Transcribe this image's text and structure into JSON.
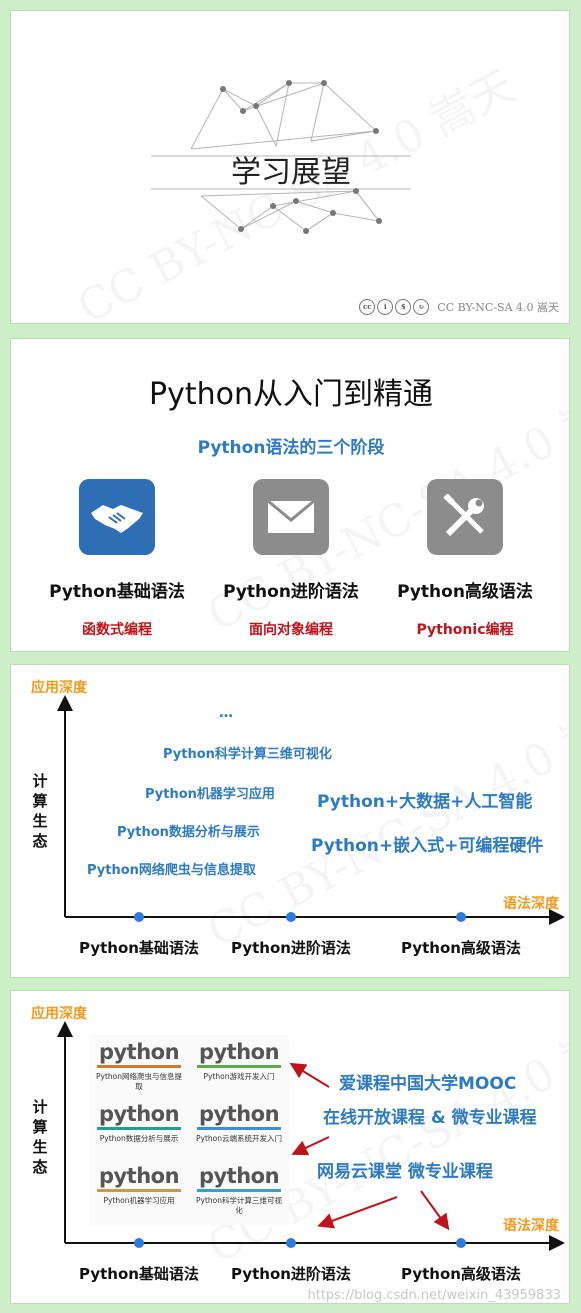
{
  "slide1": {
    "title": "学习展望",
    "watermark": "CC BY-NC-SA 4.0 嵩天",
    "license_text": "CC BY-NC-SA 4.0 嵩天",
    "license_icons": [
      "cc-icon",
      "by-icon",
      "nc-icon",
      "sa-icon"
    ]
  },
  "slide2": {
    "title": "Python从入门到精通",
    "subtitle": "Python语法的三个阶段",
    "columns": [
      {
        "icon": "handshake-icon",
        "icon_bg": "#2e6eb5",
        "title": "Python基础语法",
        "sub": "函数式编程"
      },
      {
        "icon": "envelope-icon",
        "icon_bg": "#8c8c8c",
        "title": "Python进阶语法",
        "sub": "面向对象编程"
      },
      {
        "icon": "tools-icon",
        "icon_bg": "#8c8c8c",
        "title": "Python高级语法",
        "sub": "Pythonic编程"
      }
    ]
  },
  "slide3": {
    "y_axis_title": "应用深度",
    "x_axis_title": "语法深度",
    "vertical_label": "计算生态",
    "stages": [
      "Python基础语法",
      "Python进阶语法",
      "Python高级语法"
    ],
    "ellipsis": "…",
    "apps": [
      "Python科学计算三维可视化",
      "Python机器学习应用",
      "Python数据分析与展示",
      "Python网络爬虫与信息提取"
    ],
    "big1": "Python+大数据+人工智能",
    "big2": "Python+嵌入式+可编程硬件"
  },
  "slide4": {
    "y_axis_title": "应用深度",
    "x_axis_title": "语法深度",
    "vertical_label": "计算生态",
    "stages": [
      "Python基础语法",
      "Python进阶语法",
      "Python高级语法"
    ],
    "logos": [
      {
        "word": "python",
        "caption": "Python网络爬虫与信息提取",
        "color": "#d07b2c"
      },
      {
        "word": "python",
        "caption": "Python游戏开发入门",
        "color": "#5ca945"
      },
      {
        "word": "python",
        "caption": "Python数据分析与展示",
        "color": "#22a08d"
      },
      {
        "word": "python",
        "caption": "Python云端系统开发入门",
        "color": "#3d8fd4"
      },
      {
        "word": "python",
        "caption": "Python机器学习应用",
        "color": "#c79a4b"
      },
      {
        "word": "python",
        "caption": "Python科学计算三维可视化",
        "color": "#3aa0c8"
      }
    ],
    "platform1": "爱课程中国大学MOOC",
    "platform2": "在线开放课程 & 微专业课程",
    "platform3": "网易云课堂 微专业课程",
    "footer": "https://blog.csdn.net/weixin_43959833"
  }
}
